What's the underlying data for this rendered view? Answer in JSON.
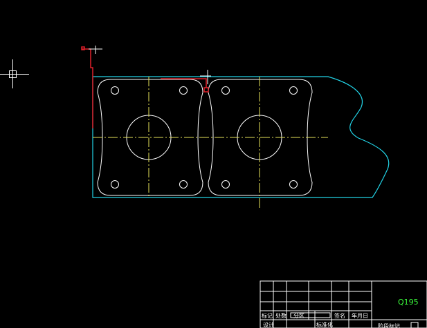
{
  "colors": {
    "background": "#000000",
    "outline": "#22d3e6",
    "geometry": "#ffffff",
    "centerline": "#e8e35a",
    "selection": "#e0202a",
    "material": "#3cff3c"
  },
  "cursor": {
    "icon": "crosshair-cursor-icon"
  },
  "title_block": {
    "material": "Q195",
    "labels": {
      "biaoji": "标记",
      "chushu": "处数",
      "fenqu": "分区",
      "qianming": "签名",
      "nianyueri": "年月日",
      "sheji": "设计",
      "biaozhunhua": "标准化",
      "jieduanbiaoji": "阶段标记"
    }
  }
}
